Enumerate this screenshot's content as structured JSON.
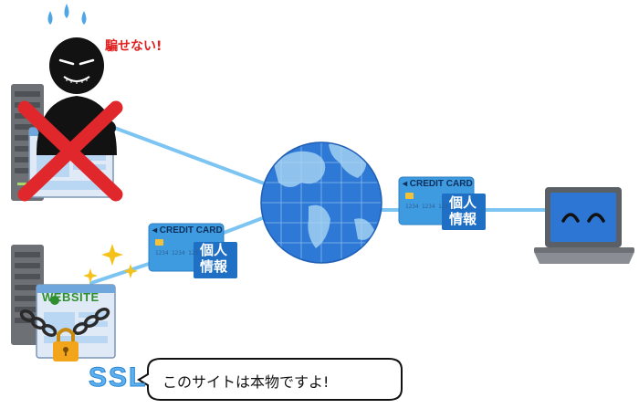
{
  "phish_label": "騙せない!",
  "ssl_label": "SSL",
  "bubble_text": "このサイトは本物ですよ!",
  "website_label": "WEBSITE",
  "card_left": {
    "brand": "◂ CREDIT CARD",
    "number": "1234 1234 123",
    "info_line1": "個人",
    "info_line2": "情報"
  },
  "card_right": {
    "brand": "◂ CREDIT CARD",
    "number": "1234 1234 123",
    "info_line1": "個人",
    "info_line2": "情報"
  },
  "colors": {
    "connection_line": "#7cc4f2",
    "globe_ocean": "#2e78d6",
    "globe_land": "#8fc3ee",
    "card_blue": "#3f9be0",
    "badge_blue": "#1f6fc4",
    "server_gray": "#6d7075",
    "cross_red": "#e0282c",
    "lock_gold": "#f2a51a",
    "star_yellow": "#f4c21b",
    "laptop_screen": "#2d76d4",
    "ssl_blue": "#5fb0ee",
    "text_red": "#e02020"
  },
  "icons": [
    "hacker-icon",
    "sweat-drops-icon",
    "fake-server-icon",
    "fake-website-icon",
    "red-cross-icon",
    "globe-icon",
    "credit-card-icon",
    "real-server-icon",
    "padlock-icon",
    "chain-icon",
    "sparkle-icon",
    "laptop-icon",
    "speech-bubble-icon"
  ]
}
